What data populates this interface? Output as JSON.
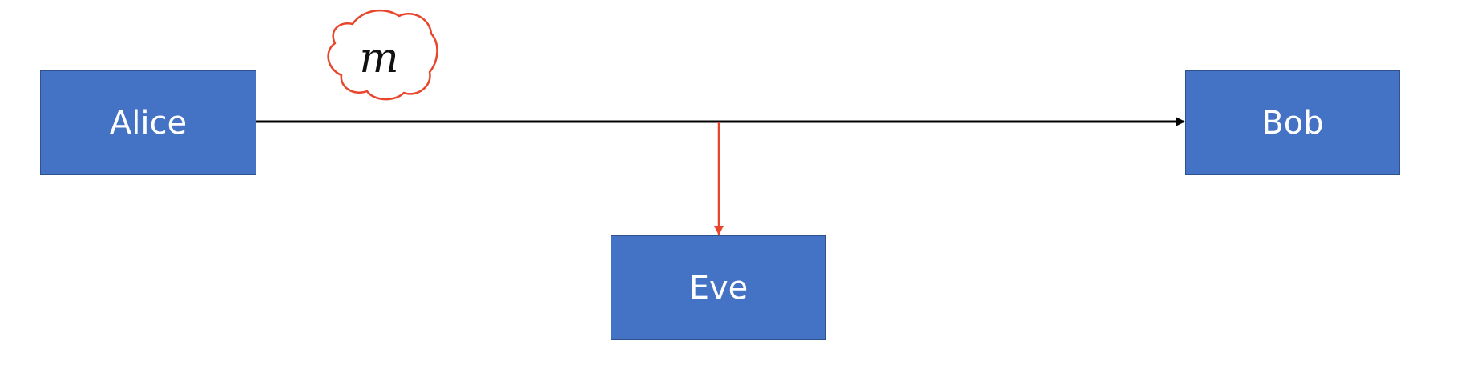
{
  "diagram": {
    "nodes": {
      "alice": "Alice",
      "bob": "Bob",
      "eve": "Eve"
    },
    "message_label": "m",
    "colors": {
      "node_fill": "#4472c4",
      "node_text": "#ffffff",
      "main_arrow": "#000000",
      "intercept_arrow": "#e8452b",
      "scribble": "#e8452b"
    }
  }
}
